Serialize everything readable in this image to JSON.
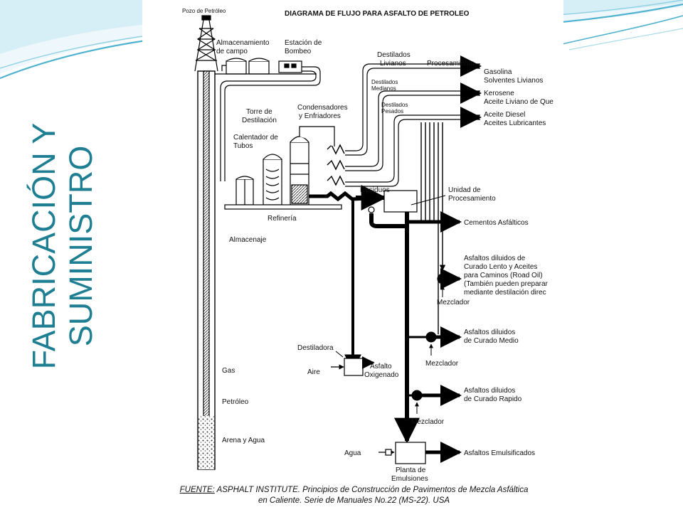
{
  "slide": {
    "title_line1": "FABRICACIÓN Y",
    "title_line2": "SUMINISTRO",
    "title_color": "#1e7f92",
    "accent_color": "#4fb3cf"
  },
  "diagram": {
    "title": "DIAGRAMA DE FLUJO PARA ASFALTO DE PETROLEO",
    "labels": {
      "pozo": "Pozo de Petróleo",
      "almacenamiento_1": "Almacenamiento",
      "almacenamiento_2": "de campo",
      "estacion_1": "Estación de",
      "estacion_2": "Bombeo",
      "destilados_livianos_1": "Destilados",
      "destilados_livianos_2": "Livianos",
      "procesamiento": "Procesamiento",
      "gasolina": "Gasolina",
      "solventes": "Solventes Livianos",
      "destilados_medianos_1": "Destilados",
      "destilados_medianos_2": "Medianos",
      "kerosene": "Kerosene",
      "aceite_liviano": "Aceite Liviano de Que",
      "destilados_pesados_1": "Destilados",
      "destilados_pesados_2": "Pesados",
      "aceite_diesel": "Aceite Diesel",
      "aceites_lubricantes": "Aceites Lubricantes",
      "condensadores_1": "Condensadores",
      "condensadores_2": "y Enfriadores",
      "torre_1": "Torre de",
      "torre_2": "Destilación",
      "calentador_1": "Calentador de",
      "calentador_2": "Tubos",
      "residuos": "Residuos",
      "unidad_1": "Unidad de",
      "unidad_2": "Procesamiento",
      "refineria": "Refinería",
      "almacenaje": "Almacenaje",
      "cementos": "Cementos Asfálticos",
      "diluidos_lento_1": "Asfaltos diluidos de",
      "diluidos_lento_2": "Curado Lento y Aceites",
      "diluidos_lento_3": "para Caminos (Road Oil)",
      "diluidos_lento_4": "(También pueden preparar",
      "diluidos_lento_5": "mediante destilación direc",
      "mezclador_1": "Mezclador",
      "diluidos_medio_1": "Asfaltos diluidos",
      "diluidos_medio_2": "de Curado Medio",
      "mezclador_2": "Mezclador",
      "destiladora": "Destiladora",
      "aire": "Aire",
      "asfalto_oxigenado_1": "Asfalto",
      "asfalto_oxigenado_2": "Oxigenado",
      "diluidos_rapido_1": "Asfaltos diluidos",
      "diluidos_rapido_2": "de Curado Rapido",
      "mezclador_3": "Mezclador",
      "gas": "Gas",
      "petroleo": "Petróleo",
      "arena_agua": "Arena y Agua",
      "agua": "Agua",
      "emulsificados": "Asfaltos Emulsificados",
      "planta_1": "Planta de",
      "planta_2": "Emulsiones"
    }
  },
  "source": {
    "label": "FUENTE:",
    "line1": " ASPHALT INSTITUTE. Principios de Construcción de Pavimentos de Mezcla Asfáltica",
    "line2": "en Caliente. Serie de Manuales No.22 (MS-22). USA"
  }
}
